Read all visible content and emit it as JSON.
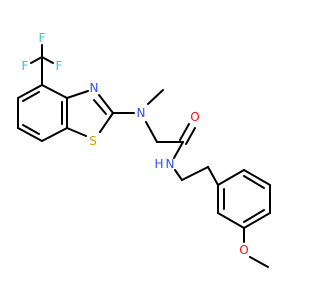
{
  "molecule": {
    "labels": {
      "f_top": "F",
      "f_left": "F",
      "f_right": "F",
      "n_thiazole": "N",
      "s_thiazole": "S",
      "n_amine": "N",
      "o_carbonyl": "O",
      "n_amide": "N",
      "h_amide": "H",
      "o_methoxy": "O"
    },
    "colors": {
      "bond": "#000000",
      "F": "#33CCCC",
      "N": "#3050F8",
      "S": "#C8A400",
      "O": "#FF0D0D"
    }
  }
}
